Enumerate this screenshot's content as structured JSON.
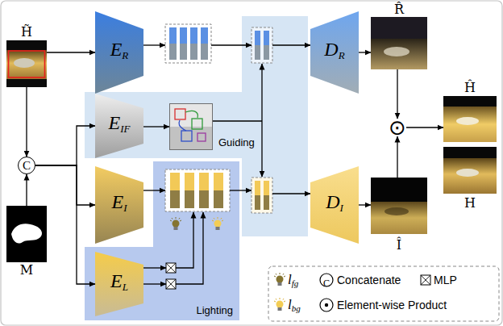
{
  "diagram": {
    "nodes": [
      {
        "text": [
          "H̃"
        ]
      },
      {
        "text": [
          "ER"
        ]
      },
      {
        "text": [
          "DR"
        ]
      },
      {
        "text": [
          "R̂"
        ]
      },
      {
        "text": [
          "EIF"
        ]
      },
      {
        "text": [
          "Guiding"
        ]
      },
      {
        "text": [
          "⊙"
        ]
      },
      {
        "text": [
          "Ĥ"
        ]
      },
      {
        "text": [
          "C"
        ]
      },
      {
        "text": [
          "H"
        ]
      },
      {
        "text": [
          "EI"
        ]
      },
      {
        "text": [
          "DI"
        ]
      },
      {
        "text": [
          "Î"
        ]
      },
      {
        "text": [
          "Lighting"
        ]
      },
      {
        "text": [
          "EL"
        ],
        "in": 13
      },
      {
        "text": [
          "M"
        ]
      }
    ],
    "edges": [
      {
        "from": 0,
        "to": 1,
        "arrow": "to"
      },
      {
        "from": 0,
        "to": 8,
        "arrow": "to"
      },
      {
        "from": 15,
        "to": 8,
        "arrow": "to"
      },
      {
        "from": 8,
        "to": 4,
        "arrow": "to"
      },
      {
        "from": 8,
        "to": 10,
        "arrow": "to"
      },
      {
        "from": 8,
        "to": 14,
        "arrow": "to"
      },
      {
        "from": 2,
        "to": 3,
        "arrow": "to"
      },
      {
        "from": 3,
        "to": 6,
        "arrow": "to"
      },
      {
        "from": 12,
        "to": 6,
        "arrow": "to"
      },
      {
        "from": 6,
        "to": 7,
        "arrow": "to"
      },
      {
        "from": 11,
        "to": 12,
        "arrow": "to"
      },
      {
        "from": 4,
        "to": 5,
        "arrow": "to"
      }
    ],
    "labels": [
      "C"
    ],
    "legend": [
      {
        "text": "lfg"
      },
      {
        "text": "Concatenate"
      },
      {
        "text": "MLP"
      },
      {
        "text": "lbg"
      },
      {
        "text": "Element-wise Product"
      }
    ]
  }
}
